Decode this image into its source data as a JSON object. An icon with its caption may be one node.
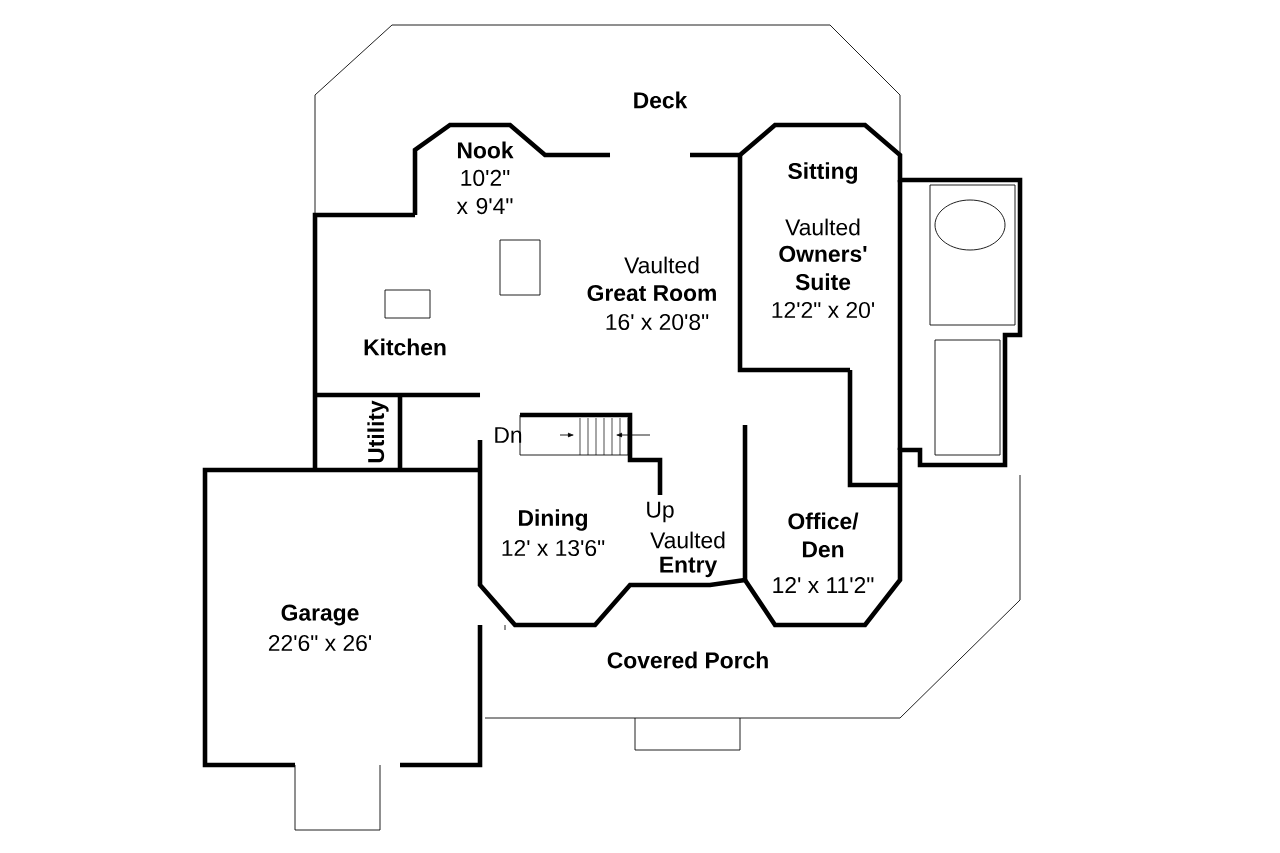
{
  "diagram": {
    "labels": [
      "Deck",
      "Nook",
      "10'2\" x 9'4\"",
      "Sitting",
      "Vaulted",
      "Owners' Suite",
      "12'2\" x 20'",
      "Vaulted",
      "Great Room",
      "16' x 20'8\"",
      "Kitchen",
      "Utility",
      "Dn",
      "Up",
      "Dining",
      "12' x 13'6\"",
      "Vaulted",
      "Entry",
      "Office/ Den",
      "12' x 11'2\"",
      "Garage",
      "22'6\" x 26'",
      "Covered Porch"
    ]
  }
}
